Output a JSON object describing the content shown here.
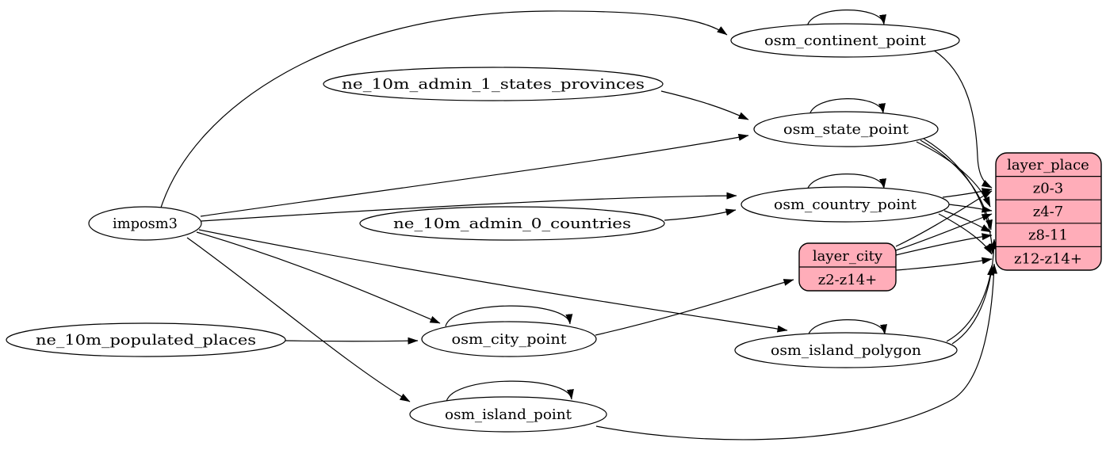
{
  "diagram": {
    "type": "graphviz-etl-flow",
    "background": "#ffffff",
    "colors": {
      "record_fill": "#ffadb9",
      "ellipse_fill": "#ffffff",
      "stroke": "#000000"
    },
    "nodes": {
      "imposm3": "imposm3",
      "ne_admin1": "ne_10m_admin_1_states_provinces",
      "ne_admin0": "ne_10m_admin_0_countries",
      "ne_popplaces": "ne_10m_populated_places",
      "continent": "osm_continent_point",
      "state": "osm_state_point",
      "country": "osm_country_point",
      "city": "osm_city_point",
      "island_polygon": "osm_island_polygon",
      "island_point": "osm_island_point"
    },
    "records": {
      "layer_city": {
        "header": "layer_city",
        "rows": [
          "z2-z14+"
        ]
      },
      "layer_place": {
        "header": "layer_place",
        "rows": [
          "z0-3",
          "z4-7",
          "z8-11",
          "z12-z14+"
        ]
      }
    },
    "edges": [
      {
        "from": "imposm3",
        "to": "osm_continent_point"
      },
      {
        "from": "imposm3",
        "to": "osm_state_point"
      },
      {
        "from": "imposm3",
        "to": "osm_country_point"
      },
      {
        "from": "imposm3",
        "to": "osm_city_point"
      },
      {
        "from": "imposm3",
        "to": "osm_island_polygon"
      },
      {
        "from": "imposm3",
        "to": "osm_island_point"
      },
      {
        "from": "ne_10m_admin_1_states_provinces",
        "to": "osm_state_point"
      },
      {
        "from": "ne_10m_admin_0_countries",
        "to": "osm_country_point"
      },
      {
        "from": "ne_10m_populated_places",
        "to": "osm_city_point"
      },
      {
        "from": "osm_continent_point",
        "to": "osm_continent_point"
      },
      {
        "from": "osm_state_point",
        "to": "osm_state_point"
      },
      {
        "from": "osm_country_point",
        "to": "osm_country_point"
      },
      {
        "from": "osm_city_point",
        "to": "osm_city_point"
      },
      {
        "from": "osm_island_polygon",
        "to": "osm_island_polygon"
      },
      {
        "from": "osm_island_point",
        "to": "osm_island_point"
      },
      {
        "from": "osm_city_point",
        "to": "layer_city:z2-z14+"
      },
      {
        "from": "layer_city",
        "to": "layer_place:z0-3"
      },
      {
        "from": "layer_city",
        "to": "layer_place:z4-7"
      },
      {
        "from": "layer_city",
        "to": "layer_place:z8-11"
      },
      {
        "from": "layer_city",
        "to": "layer_place:z12-z14+"
      },
      {
        "from": "osm_continent_point",
        "to": "layer_place:z0-3"
      },
      {
        "from": "osm_state_point",
        "to": "layer_place:z4-7"
      },
      {
        "from": "osm_state_point",
        "to": "layer_place:z8-11"
      },
      {
        "from": "osm_state_point",
        "to": "layer_place:z12-z14+"
      },
      {
        "from": "osm_country_point",
        "to": "layer_place:z0-3"
      },
      {
        "from": "osm_country_point",
        "to": "layer_place:z4-7"
      },
      {
        "from": "osm_country_point",
        "to": "layer_place:z8-11"
      },
      {
        "from": "osm_country_point",
        "to": "layer_place:z12-z14+"
      },
      {
        "from": "osm_island_polygon",
        "to": "layer_place:z8-11"
      },
      {
        "from": "osm_island_polygon",
        "to": "layer_place:z12-z14+"
      },
      {
        "from": "osm_island_point",
        "to": "layer_place:z12-z14+"
      }
    ]
  }
}
